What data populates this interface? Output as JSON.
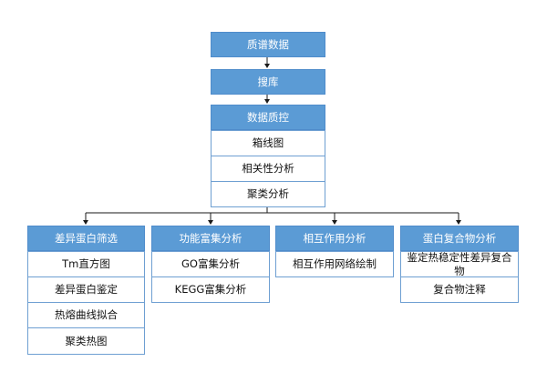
{
  "top_chain": {
    "step1": "质谱数据",
    "step2": "搜库",
    "qc_header": "数据质控",
    "qc_items": [
      "箱线图",
      "相关性分析",
      "聚类分析"
    ]
  },
  "branches": [
    {
      "header": "差异蛋白筛选",
      "items": [
        "Tm直方图",
        "差异蛋白鉴定",
        "热熔曲线拟合",
        "聚类热图"
      ]
    },
    {
      "header": "功能富集分析",
      "items": [
        "GO富集分析",
        "KEGG富集分析"
      ]
    },
    {
      "header": "相互作用分析",
      "items": [
        "相互作用网络绘制"
      ]
    },
    {
      "header": "蛋白复合物分析",
      "items": [
        "鉴定热稳定性差异复合物",
        "复合物注释"
      ]
    }
  ],
  "colors": {
    "header_fill": "#5b9bd5",
    "header_text": "#ffffff",
    "item_border": "#6e9fd2",
    "connector": "#1a1a1a"
  }
}
